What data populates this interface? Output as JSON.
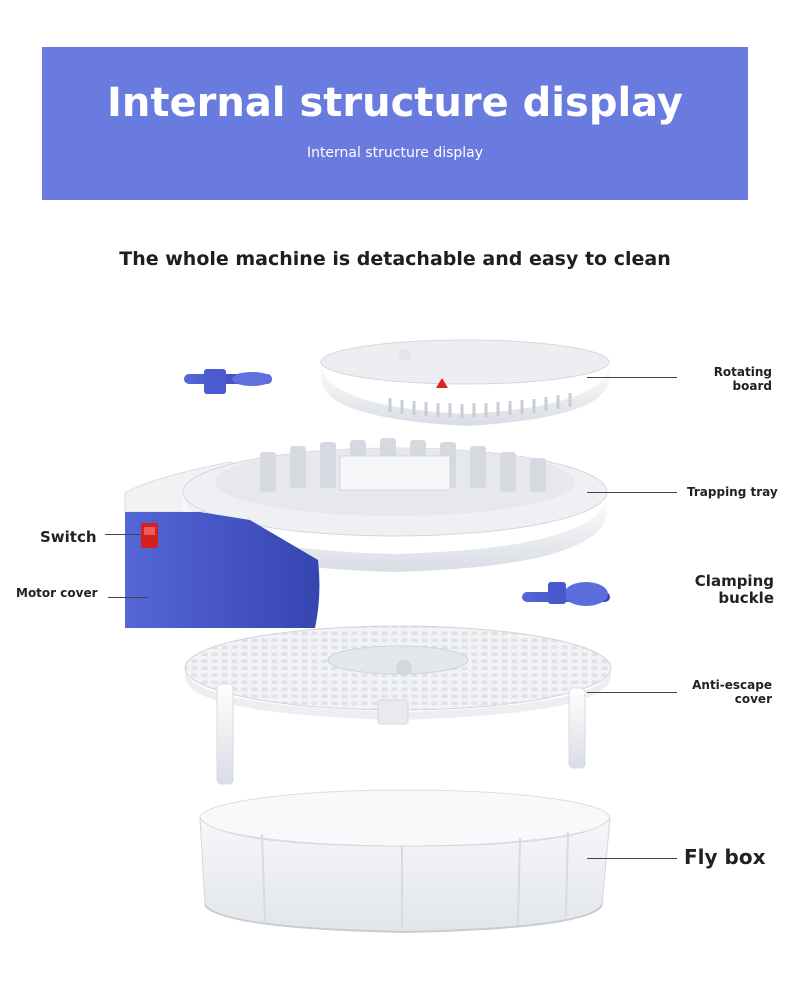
{
  "banner": {
    "title": "Internal structure display",
    "subtitle": "Internal structure display",
    "background": "#6a7be0"
  },
  "headline": "The whole machine is detachable and easy to clean",
  "labels": {
    "rotating_board_1": "Rotating",
    "rotating_board_2": "board",
    "trapping_tray": "Trapping tray",
    "switch": "Switch",
    "motor_cover": "Motor cover",
    "clamping_buckle_1": "Clamping",
    "clamping_buckle_2": "buckle",
    "anti_escape_1": "Anti-escape",
    "anti_escape_2": "cover",
    "fly_box": "Fly box"
  },
  "colors": {
    "accent_blue": "#5565d8",
    "switch_red": "#d42020",
    "part_white": "#f4f5f7"
  }
}
